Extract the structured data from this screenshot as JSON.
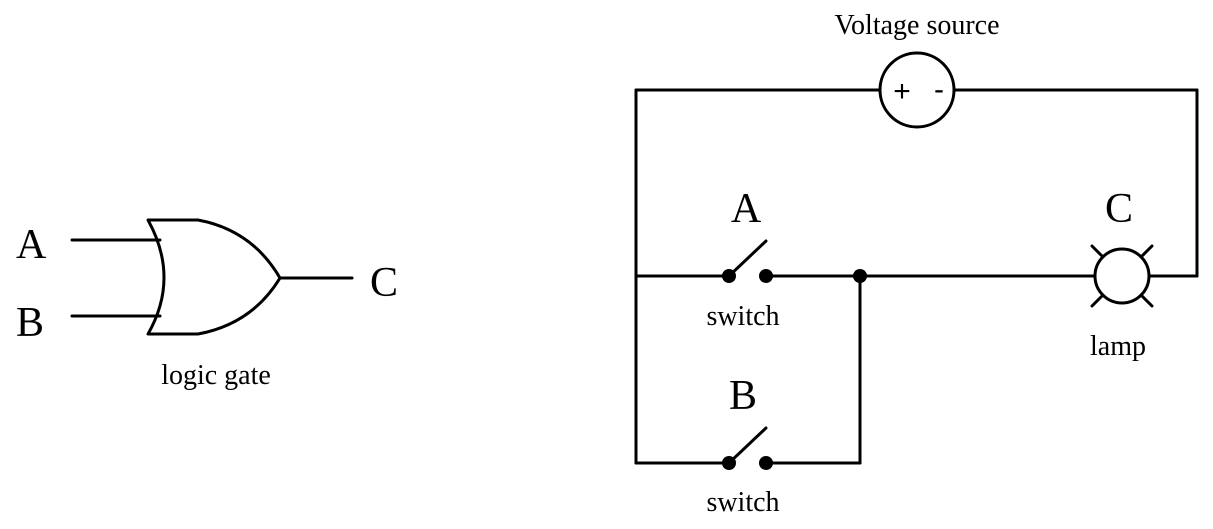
{
  "gate": {
    "input_a": "A",
    "input_b": "B",
    "output": "C",
    "caption": "logic gate"
  },
  "circuit": {
    "source_label": "Voltage source",
    "source_plus": "+",
    "source_minus": "-",
    "switch_a_label": "A",
    "switch_a_caption": "switch",
    "switch_b_label": "B",
    "switch_b_caption": "switch",
    "lamp_label": "C",
    "lamp_caption": "lamp"
  }
}
